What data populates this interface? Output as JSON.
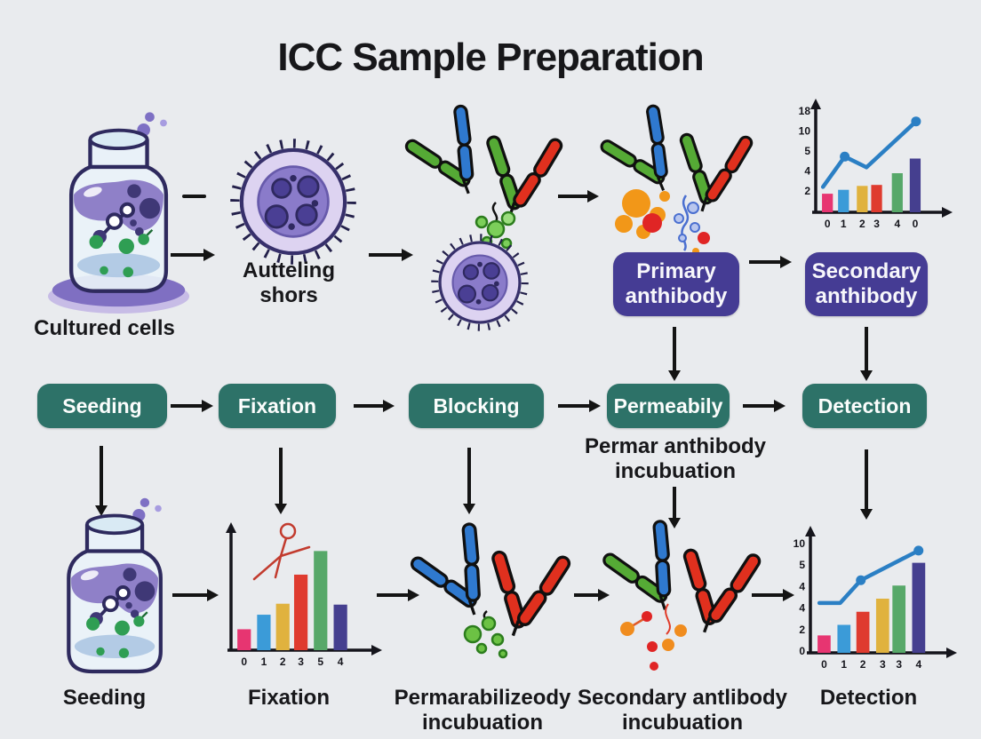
{
  "title": "ICC Sample Preparation",
  "palette": {
    "background": "#e9ebee",
    "step_box_teal": "#2d7268",
    "antibody_box_purple": "#453c94",
    "arrow_black": "#141414",
    "chart_line_blue": "#2b7fc4",
    "bar_pink": "#e73571",
    "bar_blue": "#3b9bd8",
    "bar_yellow": "#e0b23e",
    "bar_red": "#df3b2f",
    "bar_green": "#57a869",
    "bar_navy": "#453f8f",
    "cell_purple": "#8a7bca",
    "jar_fluid_purple": "#8f80c8"
  },
  "antibody_colors": {
    "green": "#55aa35",
    "blue": "#2f79cf",
    "red": "#e0301e"
  },
  "top_row": {
    "cultured_cells": "Cultured cells",
    "cell_caption_line1": "Autteling",
    "cell_caption_line2": "shors",
    "primary_line1": "Primary",
    "primary_line2": "anthibody",
    "secondary_line1": "Secondary",
    "secondary_line2": "anthibody"
  },
  "steps": [
    "Seeding",
    "Fixation",
    "Blocking",
    "Permeabily",
    "Detection"
  ],
  "permeabily_note_line1": "Permar anthibody",
  "permeabily_note_line2": "incubuation",
  "bottom_row": {
    "seeding": "Seeding",
    "fixation": "Fixation",
    "perm_line1": "Permarabilizeody",
    "perm_line2": "incubuation",
    "secondary_line1": "Secondary antlibody",
    "secondary_line2": "incubuation",
    "detection": "Detection"
  },
  "chart_data": [
    {
      "name": "secondary-antibody-signal",
      "type": "bar+line",
      "y_ticks": [
        "18",
        "10",
        "5",
        "4",
        "2"
      ],
      "x_ticks": [
        "0",
        "1",
        "2",
        "3",
        "4",
        "0"
      ],
      "bars": [
        {
          "color": "#e73571",
          "v": 0.19,
          "x": 0.052
        },
        {
          "color": "#3b9bd8",
          "v": 0.23,
          "x": 0.185
        },
        {
          "color": "#e0b23e",
          "v": 0.27,
          "x": 0.34
        },
        {
          "color": "#df3b2f",
          "v": 0.28,
          "x": 0.459
        },
        {
          "color": "#57a869",
          "v": 0.4,
          "x": 0.63
        },
        {
          "color": "#453f8f",
          "v": 0.55,
          "x": 0.778
        }
      ],
      "bar_w": 0.09,
      "line": [
        [
          0.06,
          0.26
        ],
        [
          0.24,
          0.57
        ],
        [
          0.42,
          0.46
        ],
        [
          0.83,
          0.93
        ]
      ],
      "dots": [
        1,
        3
      ],
      "line_color": "#2b7fc4"
    },
    {
      "name": "fixation-signal",
      "type": "bar",
      "y_ticks": [],
      "x_ticks": [
        "0",
        "1",
        "2",
        "3",
        "5",
        "4"
      ],
      "bars": [
        {
          "color": "#e73571",
          "v": 0.187,
          "x": 0.047
        },
        {
          "color": "#3b9bd8",
          "v": 0.317,
          "x": 0.193
        },
        {
          "color": "#e0b23e",
          "v": 0.415,
          "x": 0.333
        },
        {
          "color": "#df3b2f",
          "v": 0.675,
          "x": 0.467
        },
        {
          "color": "#57a869",
          "v": 0.886,
          "x": 0.613
        },
        {
          "color": "#453f8f",
          "v": 0.407,
          "x": 0.76
        }
      ],
      "bar_w": 0.1,
      "line": [],
      "dots": [],
      "line_color": "#2b7fc4"
    },
    {
      "name": "detection-signal",
      "type": "bar+line",
      "y_ticks": [
        "10",
        "5",
        "4",
        "4",
        "2",
        "0"
      ],
      "x_ticks": [
        "0",
        "1",
        "2",
        "3",
        "3",
        "4"
      ],
      "bars": [
        {
          "color": "#e73571",
          "v": 0.157,
          "x": 0.055
        },
        {
          "color": "#3b9bd8",
          "v": 0.252,
          "x": 0.207
        },
        {
          "color": "#df3b2f",
          "v": 0.37,
          "x": 0.352
        },
        {
          "color": "#e0b23e",
          "v": 0.488,
          "x": 0.503
        },
        {
          "color": "#57a869",
          "v": 0.606,
          "x": 0.628
        },
        {
          "color": "#453f8f",
          "v": 0.811,
          "x": 0.779
        }
      ],
      "bar_w": 0.1,
      "line": [
        [
          0.069,
          0.449
        ],
        [
          0.228,
          0.449
        ],
        [
          0.386,
          0.654
        ],
        [
          0.828,
          0.921
        ]
      ],
      "dots": [
        2,
        3
      ],
      "line_color": "#2b7fc4"
    }
  ]
}
